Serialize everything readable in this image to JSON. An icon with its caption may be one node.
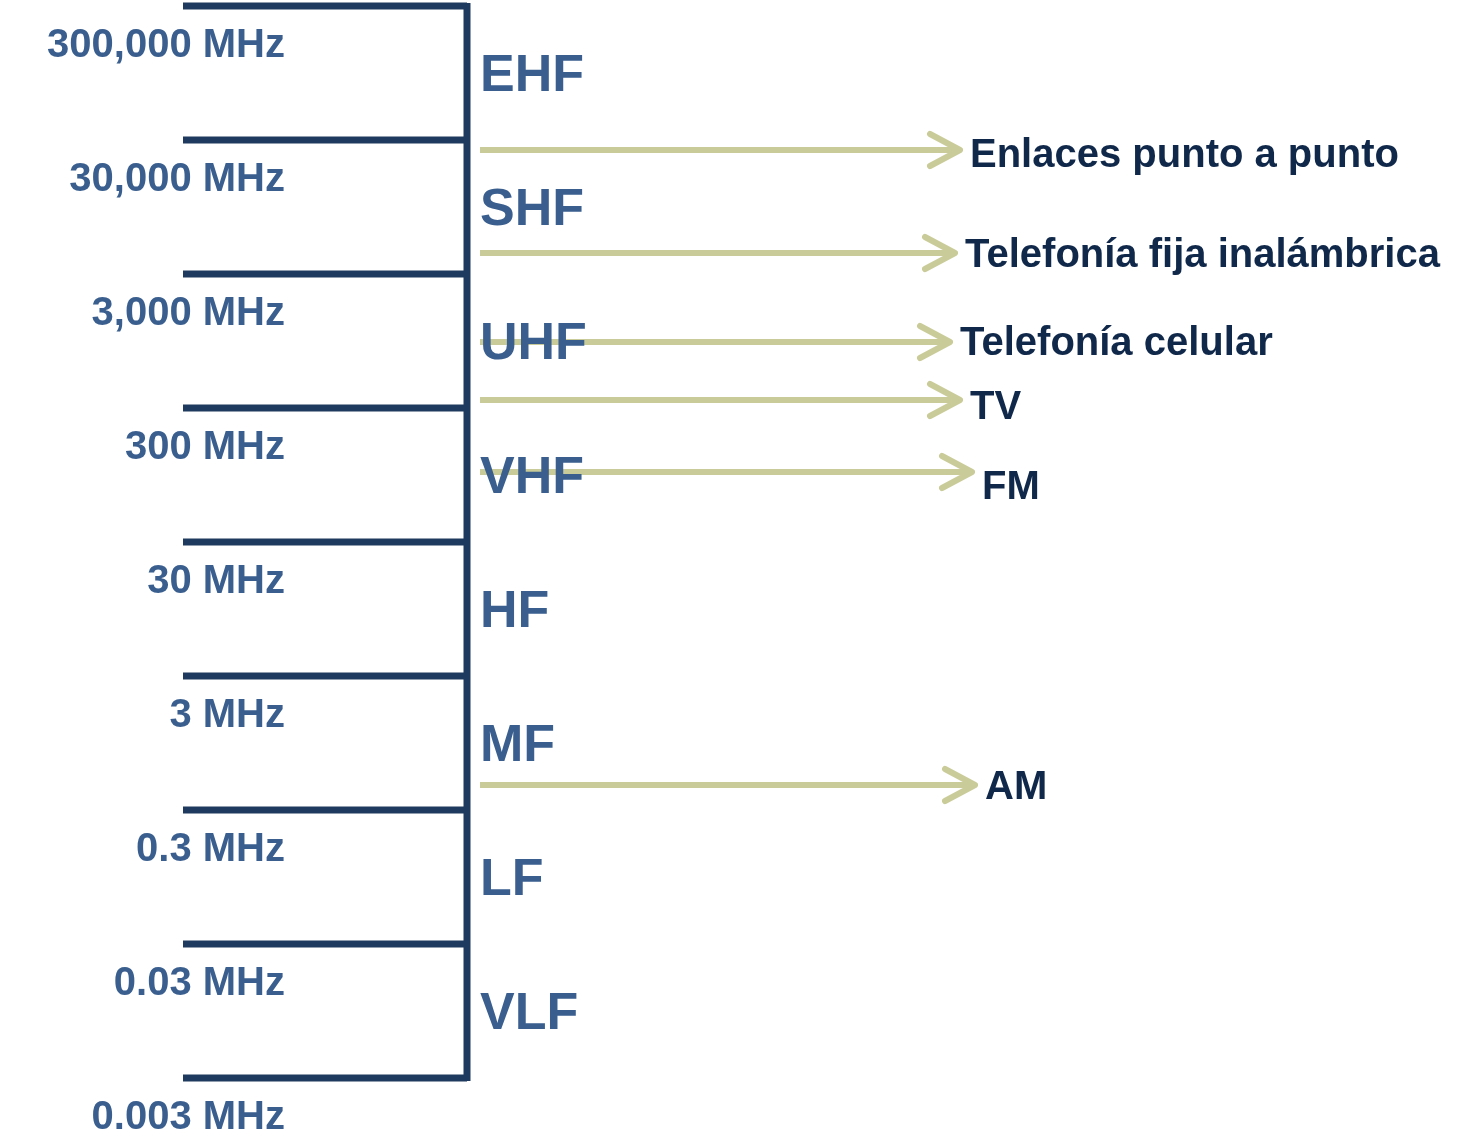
{
  "diagram": {
    "nodes": [
      {
        "text": [
          "EHF"
        ]
      },
      {
        "text": [
          "SHF"
        ]
      },
      {
        "text": [
          "UHF"
        ]
      },
      {
        "text": [
          "VHF"
        ]
      },
      {
        "text": [
          "HF"
        ]
      },
      {
        "text": [
          "MF"
        ]
      },
      {
        "text": [
          "LF"
        ]
      },
      {
        "text": [
          "VLF"
        ]
      },
      {
        "text": [
          "Enlaces punto a punto"
        ]
      },
      {
        "text": [
          "Telefonía fija inalámbrica"
        ]
      },
      {
        "text": [
          "Telefonía celular"
        ]
      },
      {
        "text": [
          "TV"
        ]
      },
      {
        "text": [
          "FM"
        ]
      },
      {
        "text": [
          "AM"
        ]
      }
    ],
    "edges": [
      {
        "from": 1,
        "to": 8,
        "arrow": "to"
      },
      {
        "from": 1,
        "to": 9,
        "arrow": "to"
      },
      {
        "from": 2,
        "to": 10,
        "arrow": "to"
      },
      {
        "from": 2,
        "to": 11,
        "arrow": "to"
      },
      {
        "from": 3,
        "to": 12,
        "arrow": "to"
      },
      {
        "from": 5,
        "to": 13,
        "arrow": "to"
      }
    ],
    "labels": [
      "300,000 MHz",
      "30,000 MHz",
      "3,000 MHz",
      "300 MHz",
      "30 MHz",
      "3 MHz",
      "0.3 MHz",
      "0.03 MHz",
      "0.003 MHz"
    ]
  }
}
